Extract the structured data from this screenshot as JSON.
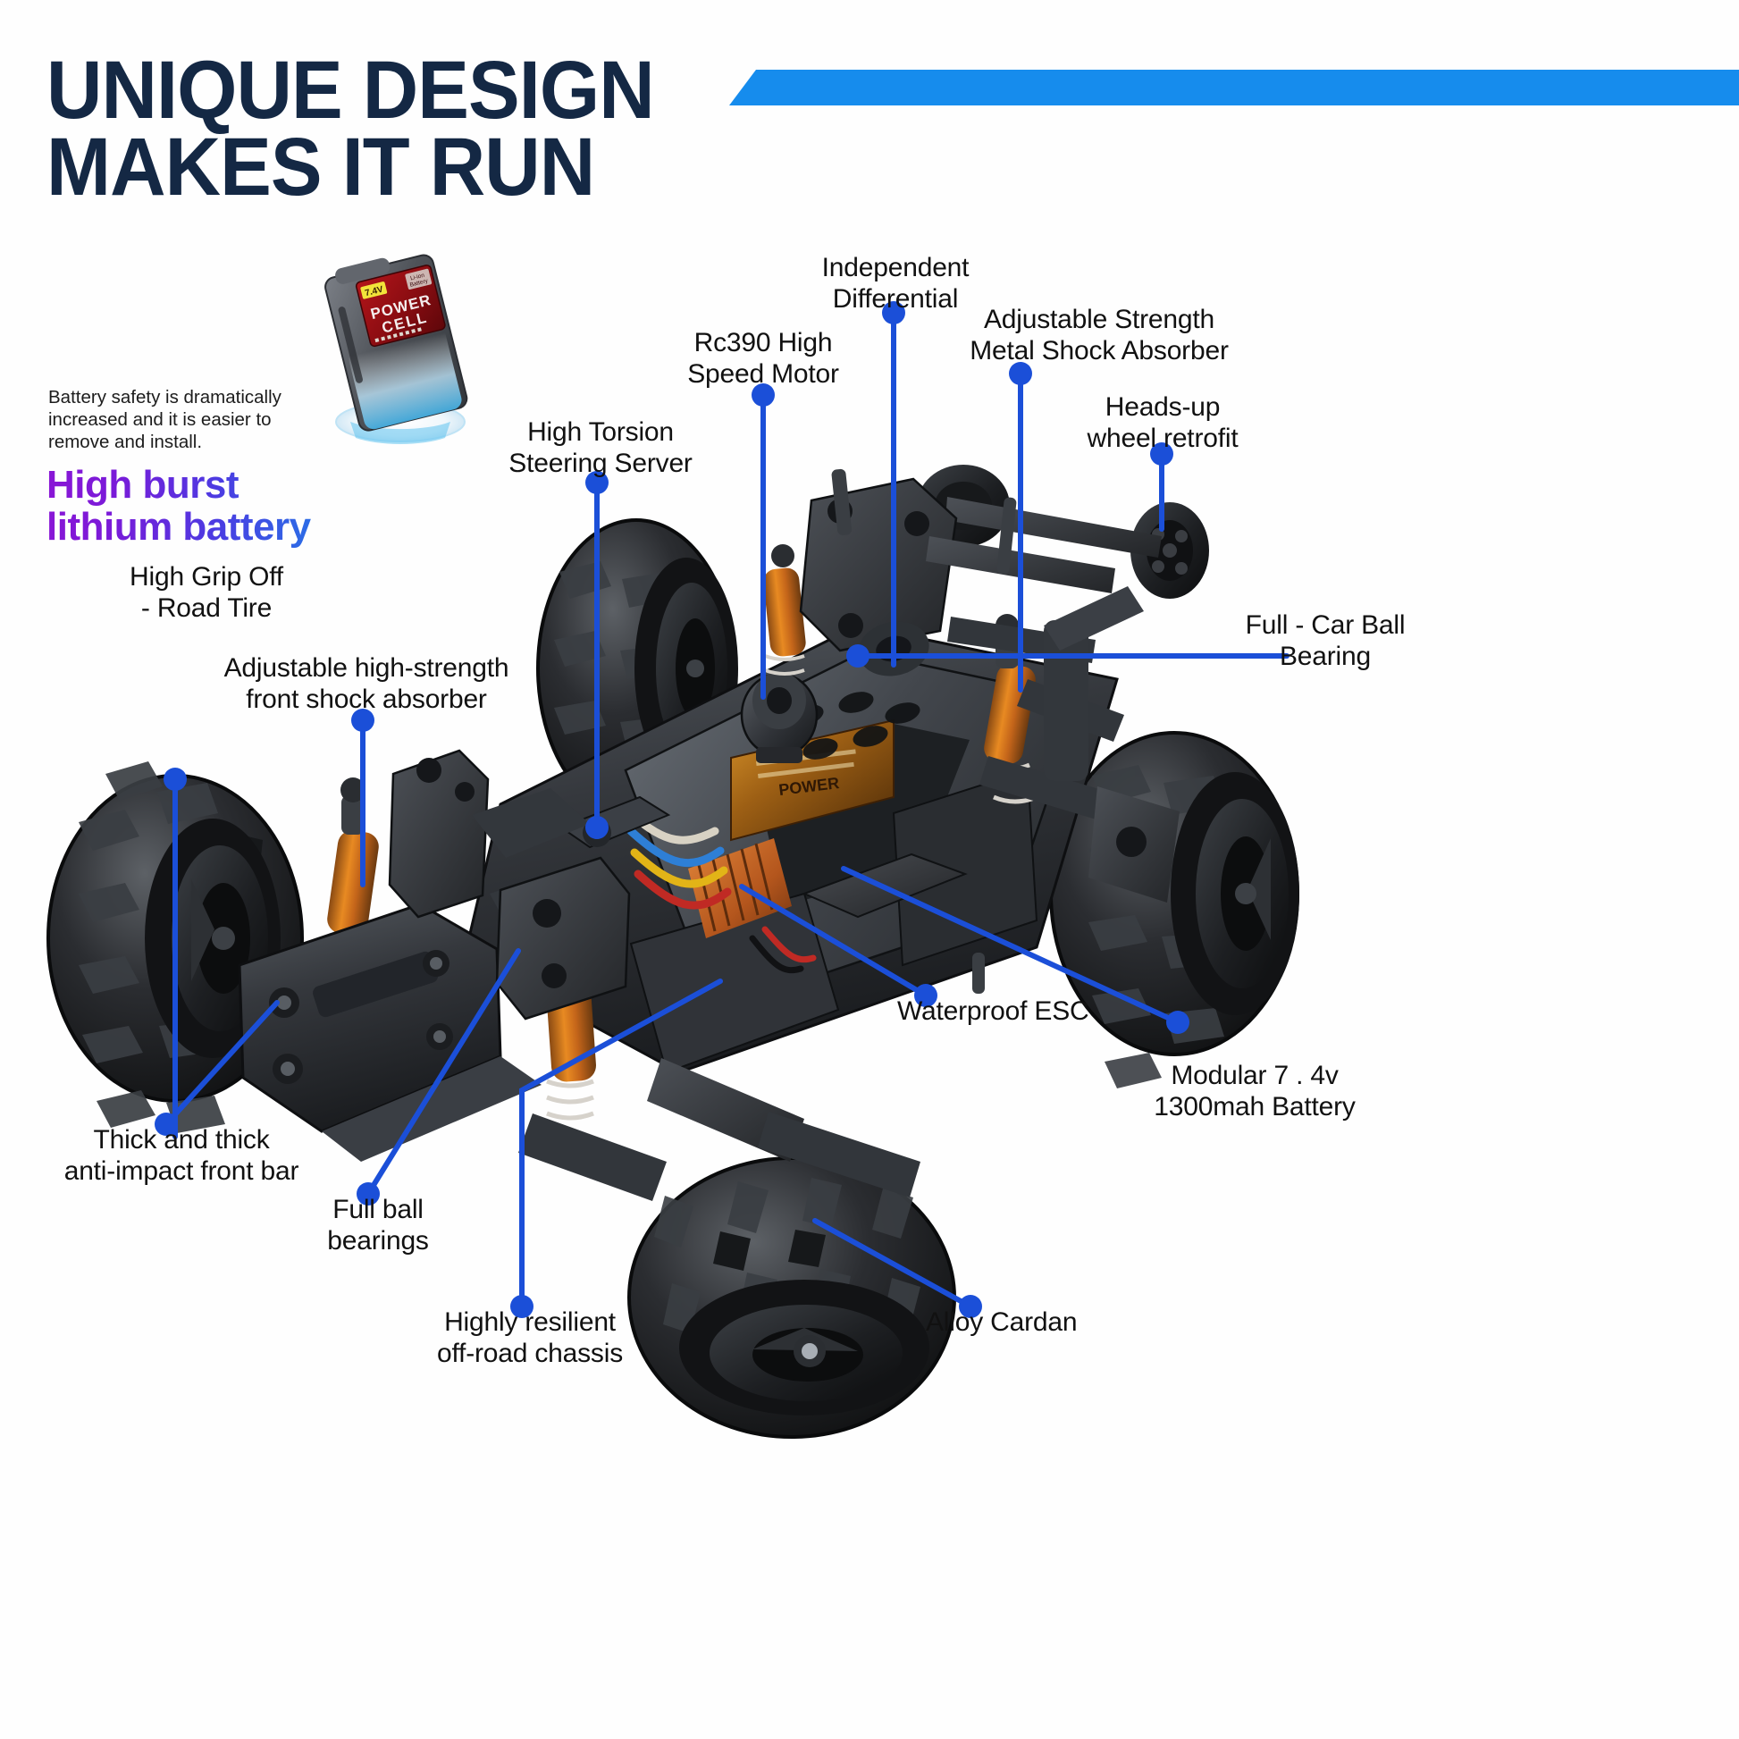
{
  "header": {
    "title_line1": "UNIQUE DESIGN",
    "title_line2": "MAKES IT RUN",
    "title_color": "#142844",
    "accent_bar_color": "#168ced"
  },
  "promo": {
    "description": "Battery safety is dramatically increased and it is easier to remove and install.",
    "heading": "High burst\nlithium battery",
    "gradient_start": "#8a16d6",
    "gradient_end": "#1f93e8",
    "battery": {
      "voltage_label": "7.4V",
      "brand_line1": "POWER",
      "brand_line2": "CELL",
      "chemistry": "Li-ion\nBattery"
    }
  },
  "leader_color": "#1b4fd8",
  "callouts": [
    {
      "id": "independent-differential",
      "label": "Independent Differential"
    },
    {
      "id": "adjustable-strength-metal-shock-absorber",
      "label": "Adjustable Strength\nMetal Shock Absorber"
    },
    {
      "id": "rc390-high-speed-motor",
      "label": "Rc390 High\nSpeed Motor"
    },
    {
      "id": "heads-up-wheel-retrofit",
      "label": "Heads-up\nwheel retrofit"
    },
    {
      "id": "high-torsion-steering-server",
      "label": "High Torsion\nSteering Server"
    },
    {
      "id": "full-car-ball-bearing",
      "label": "Full - Car Ball\nBearing"
    },
    {
      "id": "high-grip-off-road-tire",
      "label": "High Grip Off\n- Road Tire"
    },
    {
      "id": "adjustable-high-strength-front-shock-absorber",
      "label": "Adjustable high-strength\nfront shock absorber"
    },
    {
      "id": "waterproof-esc",
      "label": "Waterproof ESC"
    },
    {
      "id": "modular-battery",
      "label": "Modular 7 . 4v\n1300mah Battery"
    },
    {
      "id": "thick-anti-impact-front-bar",
      "label": "Thick and thick\nanti-impact front bar"
    },
    {
      "id": "full-ball-bearings",
      "label": "Full ball\nbearings"
    },
    {
      "id": "highly-resilient-off-road-chassis",
      "label": "Highly resilient\noff-road chassis"
    },
    {
      "id": "alloy-cardan",
      "label": "Alloy Cardan"
    }
  ]
}
